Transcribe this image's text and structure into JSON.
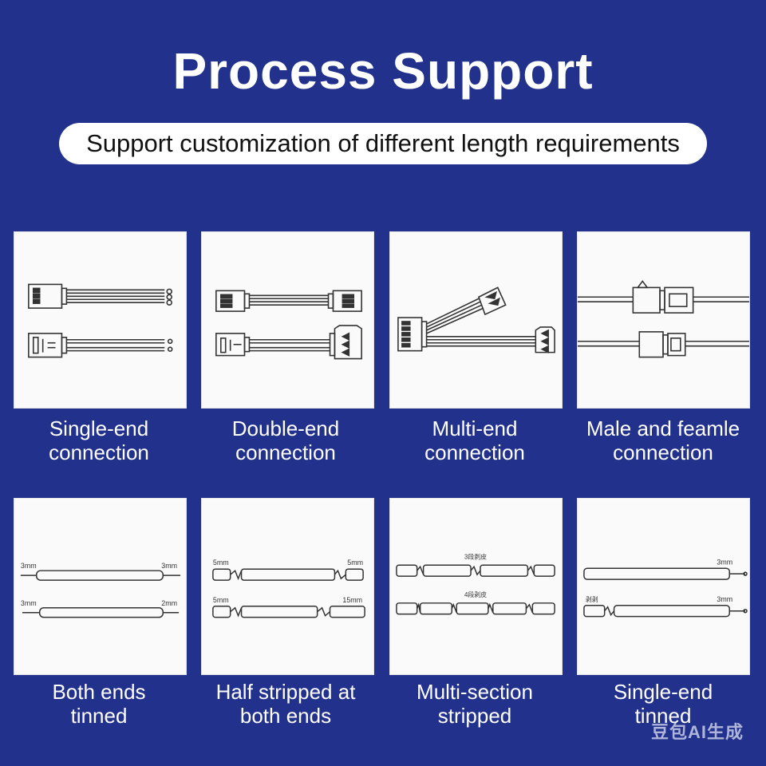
{
  "title": "Process Support",
  "subtitle": "Support customization of different length requirements",
  "connections": [
    {
      "line1": "Single-end",
      "line2": "connection"
    },
    {
      "line1": "Double-end",
      "line2": "connection"
    },
    {
      "line1": "Multi-end",
      "line2": "connection"
    },
    {
      "line1": "Male and feamle",
      "line2": "connection"
    }
  ],
  "processing": [
    {
      "line1": "Both ends",
      "line2": "tinned",
      "top_left": "3mm",
      "top_right": "3mm",
      "bottom_left": "3mm",
      "bottom_right": "2mm"
    },
    {
      "line1": "Half stripped at",
      "line2": "both ends",
      "top_left": "5mm",
      "top_right": "5mm",
      "bottom_left": "5mm",
      "bottom_right": "15mm"
    },
    {
      "line1": "Multi-section",
      "line2": "stripped",
      "top_center": "3段剥皮",
      "bottom_center": "4段剥皮"
    },
    {
      "line1": "Single-end",
      "line2": "tinned",
      "top_right": "3mm",
      "bottom_left": "剥剥",
      "bottom_right": "3mm"
    }
  ],
  "watermark": "豆包AI生成",
  "colors": {
    "background": "#21318c",
    "card": "#fafafa",
    "line": "#333333"
  }
}
